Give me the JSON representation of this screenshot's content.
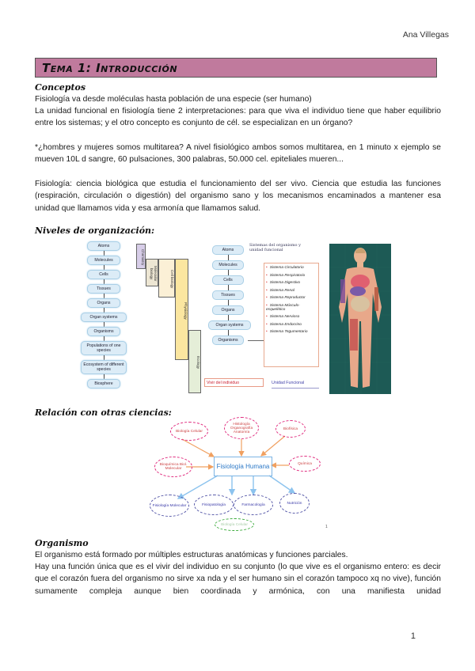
{
  "header": {
    "author": "Ana Villegas"
  },
  "title": "Tema 1: Introducción",
  "sections": {
    "conceptos": {
      "heading": "Conceptos",
      "p1": "Fisiología va desde moléculas hasta población de una especie (ser humano)",
      "p2": "La unidad funcional en fisiología tiene 2 interpretaciones: para que viva el individuo tiene que haber equilibrio entre los sistemas; y el otro concepto es conjunto de cél. se especializan en un órgano?",
      "p3": "*¿hombres y mujeres somos multitarea? A nivel fisiológico ambos somos multitarea, en 1 minuto x ejemplo se mueven 10L d sangre, 60 pulsaciones, 300 palabras, 50.000 cel. epiteliales mueren...",
      "p4": "Fisiología: ciencia biológica que estudia el funcionamiento del ser vivo. Ciencia que estudia las funciones (respiración, circulación o digestión) del organismo sano y los mecanismos encaminados a mantener esa unidad que llamamos vida y esa armonía que llamamos salud."
    },
    "niveles": {
      "heading": "Niveles de organización:",
      "chain": [
        "Atoms",
        "Molecules",
        "Cells",
        "Tissues",
        "Organs",
        "Organ systems",
        "Organisms",
        "Populations of one species",
        "Ecosystem of different species",
        "Biosphere"
      ],
      "bars": [
        "Chemistry",
        "Molecular biology",
        "Cell biology",
        "Physiology",
        "Ecology"
      ],
      "systems_chain": [
        "Atoms",
        "Molecules",
        "Cells",
        "Tissues",
        "Organs",
        "Organ systems",
        "Organisms"
      ],
      "systems_note": "Sistemas del organismo y unidad funcional",
      "systems": [
        "Sistema Circulatorio",
        "Sistema Respiratorio",
        "Sistema Digestivo",
        "Sistema Renal",
        "Sistema Reproductor",
        "Sistema Músculo-esquelético",
        "Sistema Nervioso",
        "Sistema Endocrino",
        "Sistema Tegumentario"
      ],
      "vida_label": "Vivir del individuo",
      "unidad_label": "Unidad Funcional"
    },
    "relacion": {
      "heading": "Relación con otras ciencias:",
      "center": "Fisiología Humana",
      "inputs": [
        "Biología Celular",
        "Histología Organografía Anatomía",
        "Biofísica",
        "Bioquímica Biol. Molecular",
        "Química"
      ],
      "outputs": [
        "Fisiología Molecular",
        "Fisiopatología",
        "Farmacología",
        "Nutrición"
      ],
      "bottom": "Biología Celular",
      "slide_num": "1"
    },
    "organismo": {
      "heading": "Organismo",
      "p1": "El organismo está formado por múltiples estructuras anatómicas y funciones parciales.",
      "p2": "Hay una función única que es el vivir del individuo en su conjunto (lo que vive es el organismo entero: es decir que el corazón fuera del organismo no sirve xa nda y el ser humano sin el corazón tampoco xq no vive), función sumamente compleja aunque bien coordinada y armónica, con una manifiesta unidad"
    }
  },
  "footer": {
    "page_number": "1"
  },
  "colors": {
    "title_bar": "#c07a9d",
    "pink": "#e02b7e",
    "blue": "#5658a8",
    "orange": "#f0a060"
  }
}
